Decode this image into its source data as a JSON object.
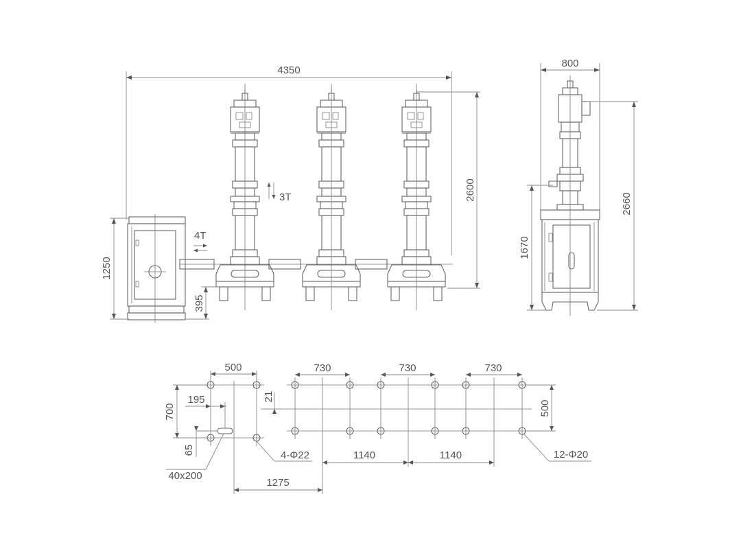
{
  "front_view": {
    "overall_width": "4350",
    "pole_height": "2600",
    "cabinet_height": "1250",
    "base_offset": "395",
    "label_4t": "4T",
    "label_3t": "3T"
  },
  "side_view": {
    "width": "800",
    "total_height": "2660",
    "mount_height": "1670"
  },
  "cabinet_foundation": {
    "spacing_x": "500",
    "spacing_y": "700",
    "offset_195": "195",
    "offset_65": "65",
    "slot": "40x200",
    "holes": "4-Φ22"
  },
  "pole_foundation": {
    "spacing_1": "730",
    "spacing_2": "730",
    "spacing_3": "730",
    "depth": "500",
    "offset_21": "21",
    "pitch_1": "1140",
    "pitch_2": "1140",
    "offset_to_cabinet": "1275",
    "holes": "12-Φ20"
  }
}
